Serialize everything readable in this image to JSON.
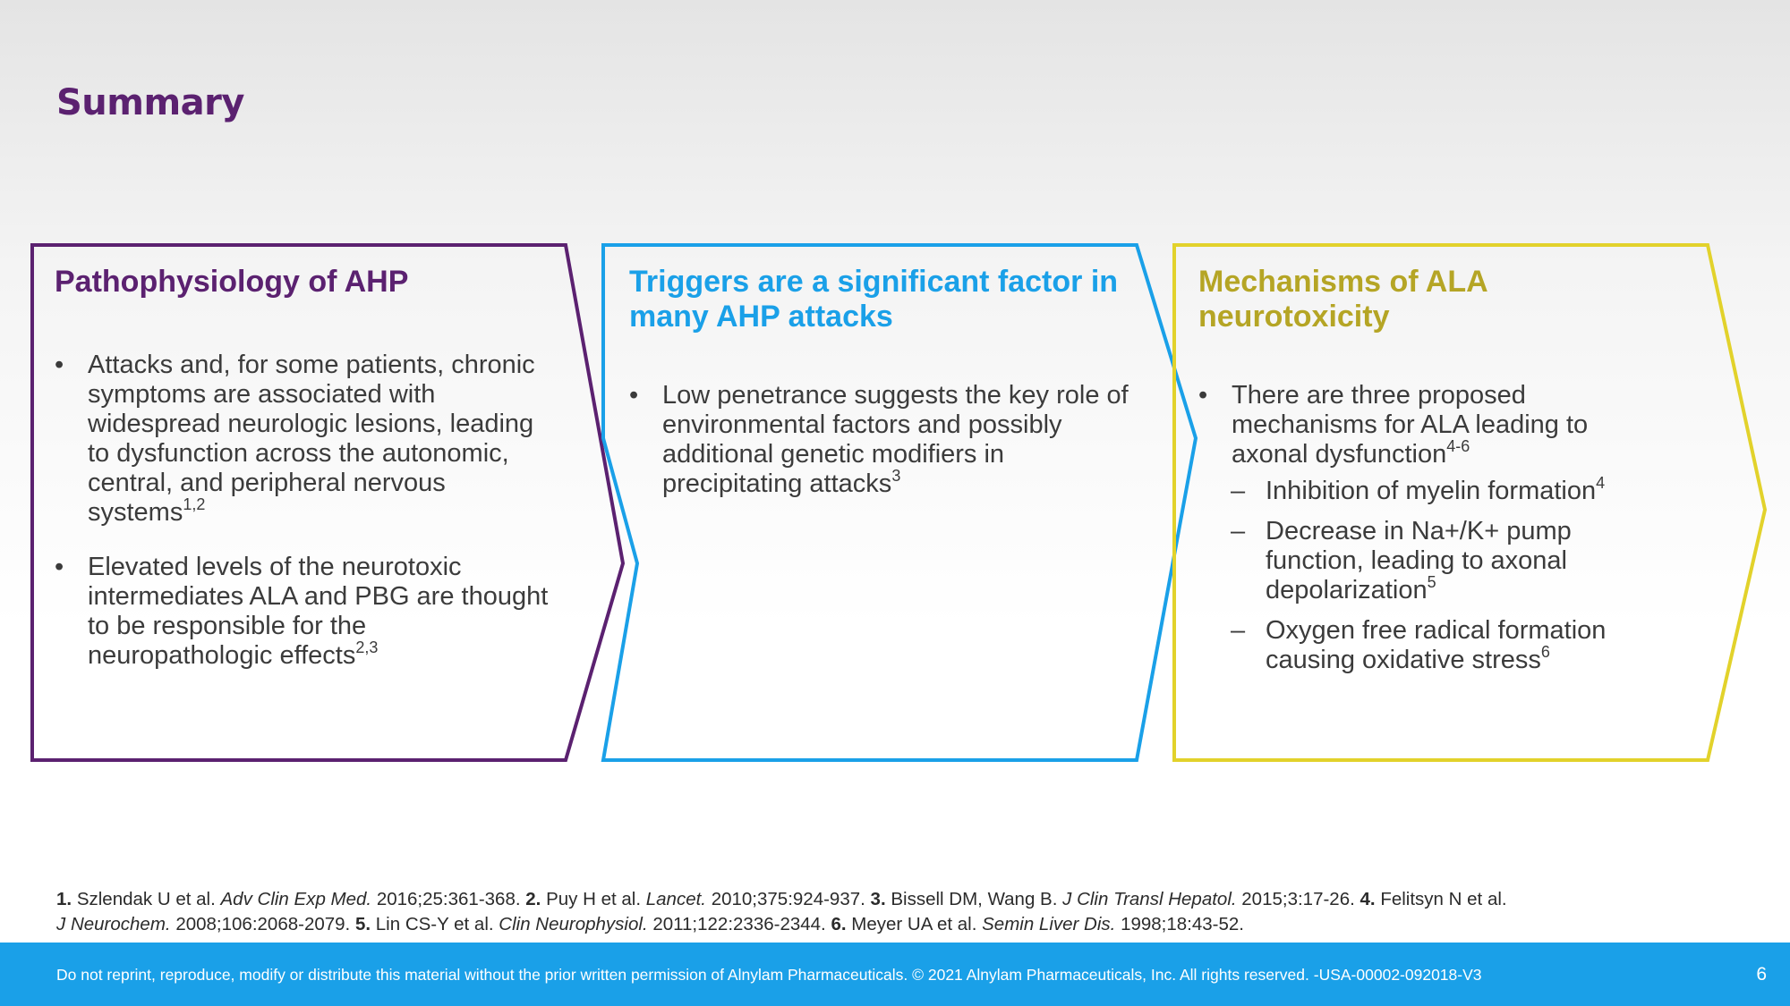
{
  "title": "Summary",
  "colors": {
    "purple": "#5b2170",
    "blue": "#1aa0e8",
    "yellow": "#e2d22b",
    "yellow_text": "#b5a525"
  },
  "panels": [
    {
      "heading": "Pathophysiology of AHP",
      "bullets": [
        {
          "text": "Attacks and, for some patients, chronic symptoms are associated with widespread neurologic lesions, leading to dysfunction across the autonomic, central, and peripheral nervous systems",
          "sup": "1,2"
        },
        {
          "text": "Elevated levels of the neurotoxic intermediates ALA and PBG are thought to be responsible for the neuropathologic effects",
          "sup": "2,3"
        }
      ]
    },
    {
      "heading": "Triggers are a significant factor in many AHP attacks",
      "bullets": [
        {
          "text": "Low penetrance suggests the key role of environmental factors and possibly additional genetic modifiers in precipitating attacks",
          "sup": "3"
        }
      ]
    },
    {
      "heading": "Mechanisms of ALA neurotoxicity",
      "bullets": [
        {
          "text": "There are three proposed mechanisms for ALA leading to axonal dysfunction",
          "sup": "4-6"
        }
      ],
      "subs": [
        {
          "text": "Inhibition of myelin formation",
          "sup": "4"
        },
        {
          "text": "Decrease in Na+/K+ pump function, leading to axonal depolarization",
          "sup": "5"
        },
        {
          "text": "Oxygen free radical formation causing oxidative stress",
          "sup": "6"
        }
      ]
    }
  ],
  "references": [
    {
      "num": "1.",
      "authors": "Szlendak U et al.",
      "journal": "Adv Clin Exp Med.",
      "details": "2016;25:361-368."
    },
    {
      "num": "2.",
      "authors": "Puy H et al.",
      "journal": "Lancet.",
      "details": "2010;375:924-937."
    },
    {
      "num": "3.",
      "authors": "Bissell DM, Wang B.",
      "journal": "J Clin Transl Hepatol.",
      "details": "2015;3:17-26."
    },
    {
      "num": "4.",
      "authors": "Felitsyn N et al.",
      "journal": "J Neurochem.",
      "details": "2008;106:2068-2079."
    },
    {
      "num": "5.",
      "authors": "Lin CS-Y et al.",
      "journal": "Clin Neurophysiol.",
      "details": "2011;122:2336-2344."
    },
    {
      "num": "6.",
      "authors": "Meyer UA et al.",
      "journal": "Semin Liver Dis.",
      "details": "1998;18:43-52."
    }
  ],
  "footer": {
    "disclaimer": "Do not reprint, reproduce, modify or distribute this material without the prior written permission of Alnylam Pharmaceuticals. © 2021 Alnylam Pharmaceuticals, Inc.  All rights reserved. -USA-00002-092018-V3",
    "page": "6"
  }
}
